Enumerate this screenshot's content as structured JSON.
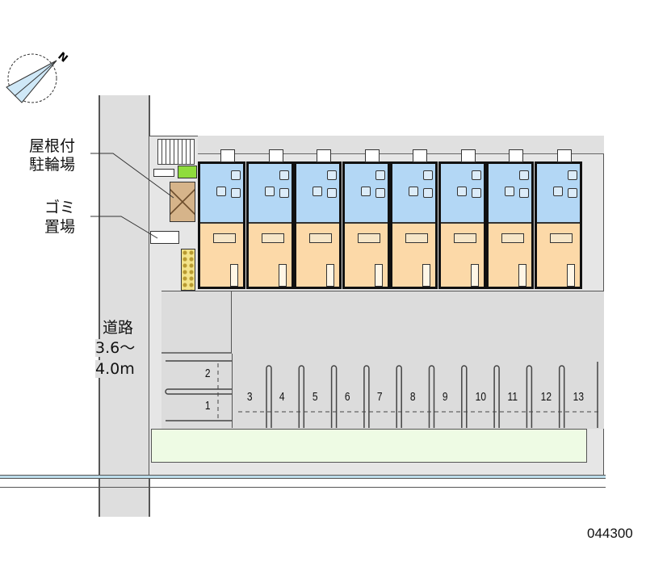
{
  "compass": {
    "label": "N"
  },
  "labels": {
    "bike_parking": [
      "屋根付",
      "駐輪場"
    ],
    "garbage": [
      "ゴミ",
      "置場"
    ],
    "road": [
      "道路",
      "3.6～",
      "4.0m"
    ]
  },
  "parking_spaces": [
    "1",
    "2",
    "3",
    "4",
    "5",
    "6",
    "7",
    "8",
    "9",
    "10",
    "11",
    "12",
    "13"
  ],
  "units_count": 8,
  "property_code": "044300",
  "colors": {
    "room": "#fcd9a8",
    "wet_area": "#b3d7f5",
    "lot": "#dcdcdc",
    "green_strip": "#eefbe4",
    "road": "#dedede"
  }
}
